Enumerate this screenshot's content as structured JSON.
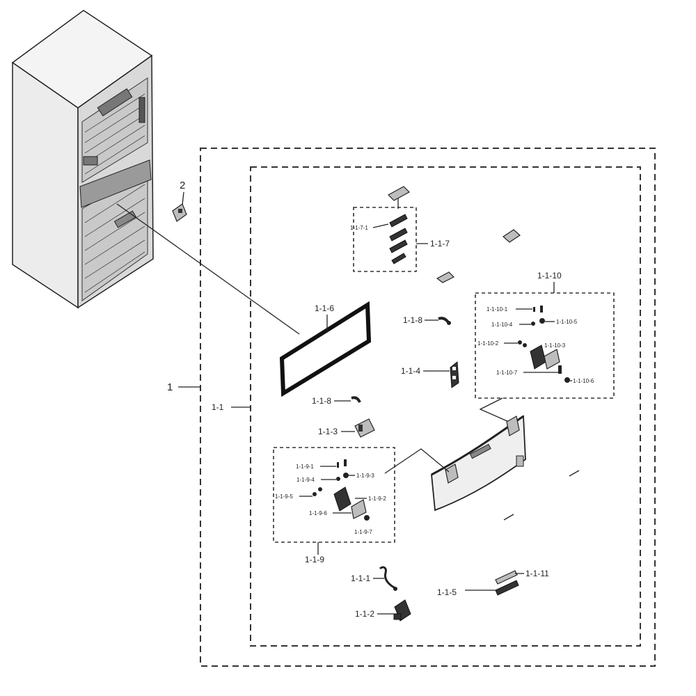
{
  "callouts": {
    "c_1": "1",
    "c_2": "2",
    "c_1_1": "1-1",
    "c_1_1_1": "1-1-1",
    "c_1_1_2": "1-1-2",
    "c_1_1_3": "1-1-3",
    "c_1_1_4": "1-1-4",
    "c_1_1_5": "1-1-5",
    "c_1_1_6": "1-1-6",
    "c_1_1_7": "1-1-7",
    "c_1_1_7_1": "1-1-7-1",
    "c_1_1_8_a": "1-1-8",
    "c_1_1_8_b": "1-1-8",
    "c_1_1_9": "1-1-9",
    "c_1_1_9_1": "1-1-9-1",
    "c_1_1_9_2": "1-1-9-2",
    "c_1_1_9_3": "1-1-9-3",
    "c_1_1_9_4": "1-1-9-4",
    "c_1_1_9_5": "1-1-9-5",
    "c_1_1_9_6": "1-1-9-6",
    "c_1_1_9_7": "1-1-9-7",
    "c_1_1_10": "1-1-10",
    "c_1_1_10_1": "1-1-10-1",
    "c_1_1_10_2": "1-1-10-2",
    "c_1_1_10_3": "1-1-10-3",
    "c_1_1_10_4": "1-1-10-4",
    "c_1_1_10_5": "1-1-10-5",
    "c_1_1_10_6": "1-1-10-6",
    "c_1_1_10_7": "1-1-10-7",
    "c_1_1_11": "1-1-11"
  }
}
